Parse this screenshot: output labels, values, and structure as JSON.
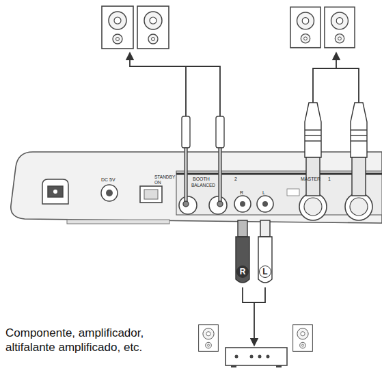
{
  "diagram": {
    "labels": [
      "DC 5V",
      "STANDBY",
      "ON",
      "BOOTH",
      "BALANCED",
      "MASTER",
      "2",
      "1",
      "R",
      "L",
      "R",
      "L",
      "Componente, amplificador, altifalante amplificado, etc."
    ]
  }
}
